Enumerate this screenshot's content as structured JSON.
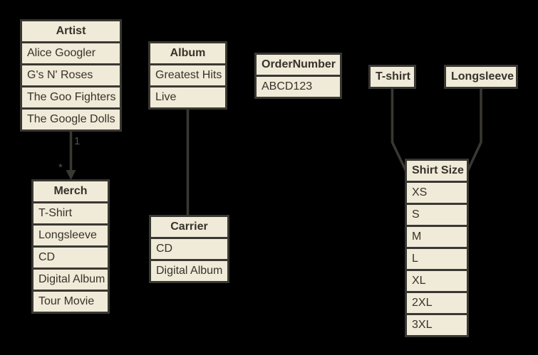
{
  "colors": {
    "background": "#000000",
    "box_fill": "#f0ead8",
    "box_border": "#3a3833",
    "box_text": "#37332a",
    "connector": "#3a3833",
    "connector_label": "#525250"
  },
  "tables": {
    "artist": {
      "header": "Artist",
      "rows": [
        "Alice Googler",
        "G's N' Roses",
        "The Goo Fighters",
        "The Google Dolls"
      ]
    },
    "album": {
      "header": "Album",
      "rows": [
        "Greatest Hits",
        "Live"
      ]
    },
    "order_number": {
      "header": "OrderNumber",
      "rows": [
        "ABCD123"
      ]
    },
    "tshirt": {
      "header": "T-shirt",
      "rows": []
    },
    "longsleeve": {
      "header": "Longsleeve",
      "rows": []
    },
    "merch": {
      "header": "Merch",
      "rows": [
        "T-Shirt",
        "Longsleeve",
        "CD",
        "Digital Album",
        "Tour Movie"
      ]
    },
    "carrier": {
      "header": "Carrier",
      "rows": [
        "CD",
        "Digital Album"
      ]
    },
    "shirt_size": {
      "header": "Shirt Size",
      "rows": [
        "XS",
        "S",
        "M",
        "L",
        "XL",
        "2XL",
        "3XL"
      ]
    }
  },
  "connectors": {
    "artist_merch": {
      "from": "Artist",
      "to": "Merch",
      "source_label": "1",
      "target_label": "*",
      "style": "arrow"
    },
    "album_carrier": {
      "from": "Album",
      "to": "Carrier",
      "style": "line"
    },
    "tshirt_shirt_size": {
      "from": "T-shirt",
      "to": "Shirt Size",
      "style": "line"
    },
    "longsleeve_shirt_size": {
      "from": "Longsleeve",
      "to": "Shirt Size",
      "style": "line"
    }
  }
}
